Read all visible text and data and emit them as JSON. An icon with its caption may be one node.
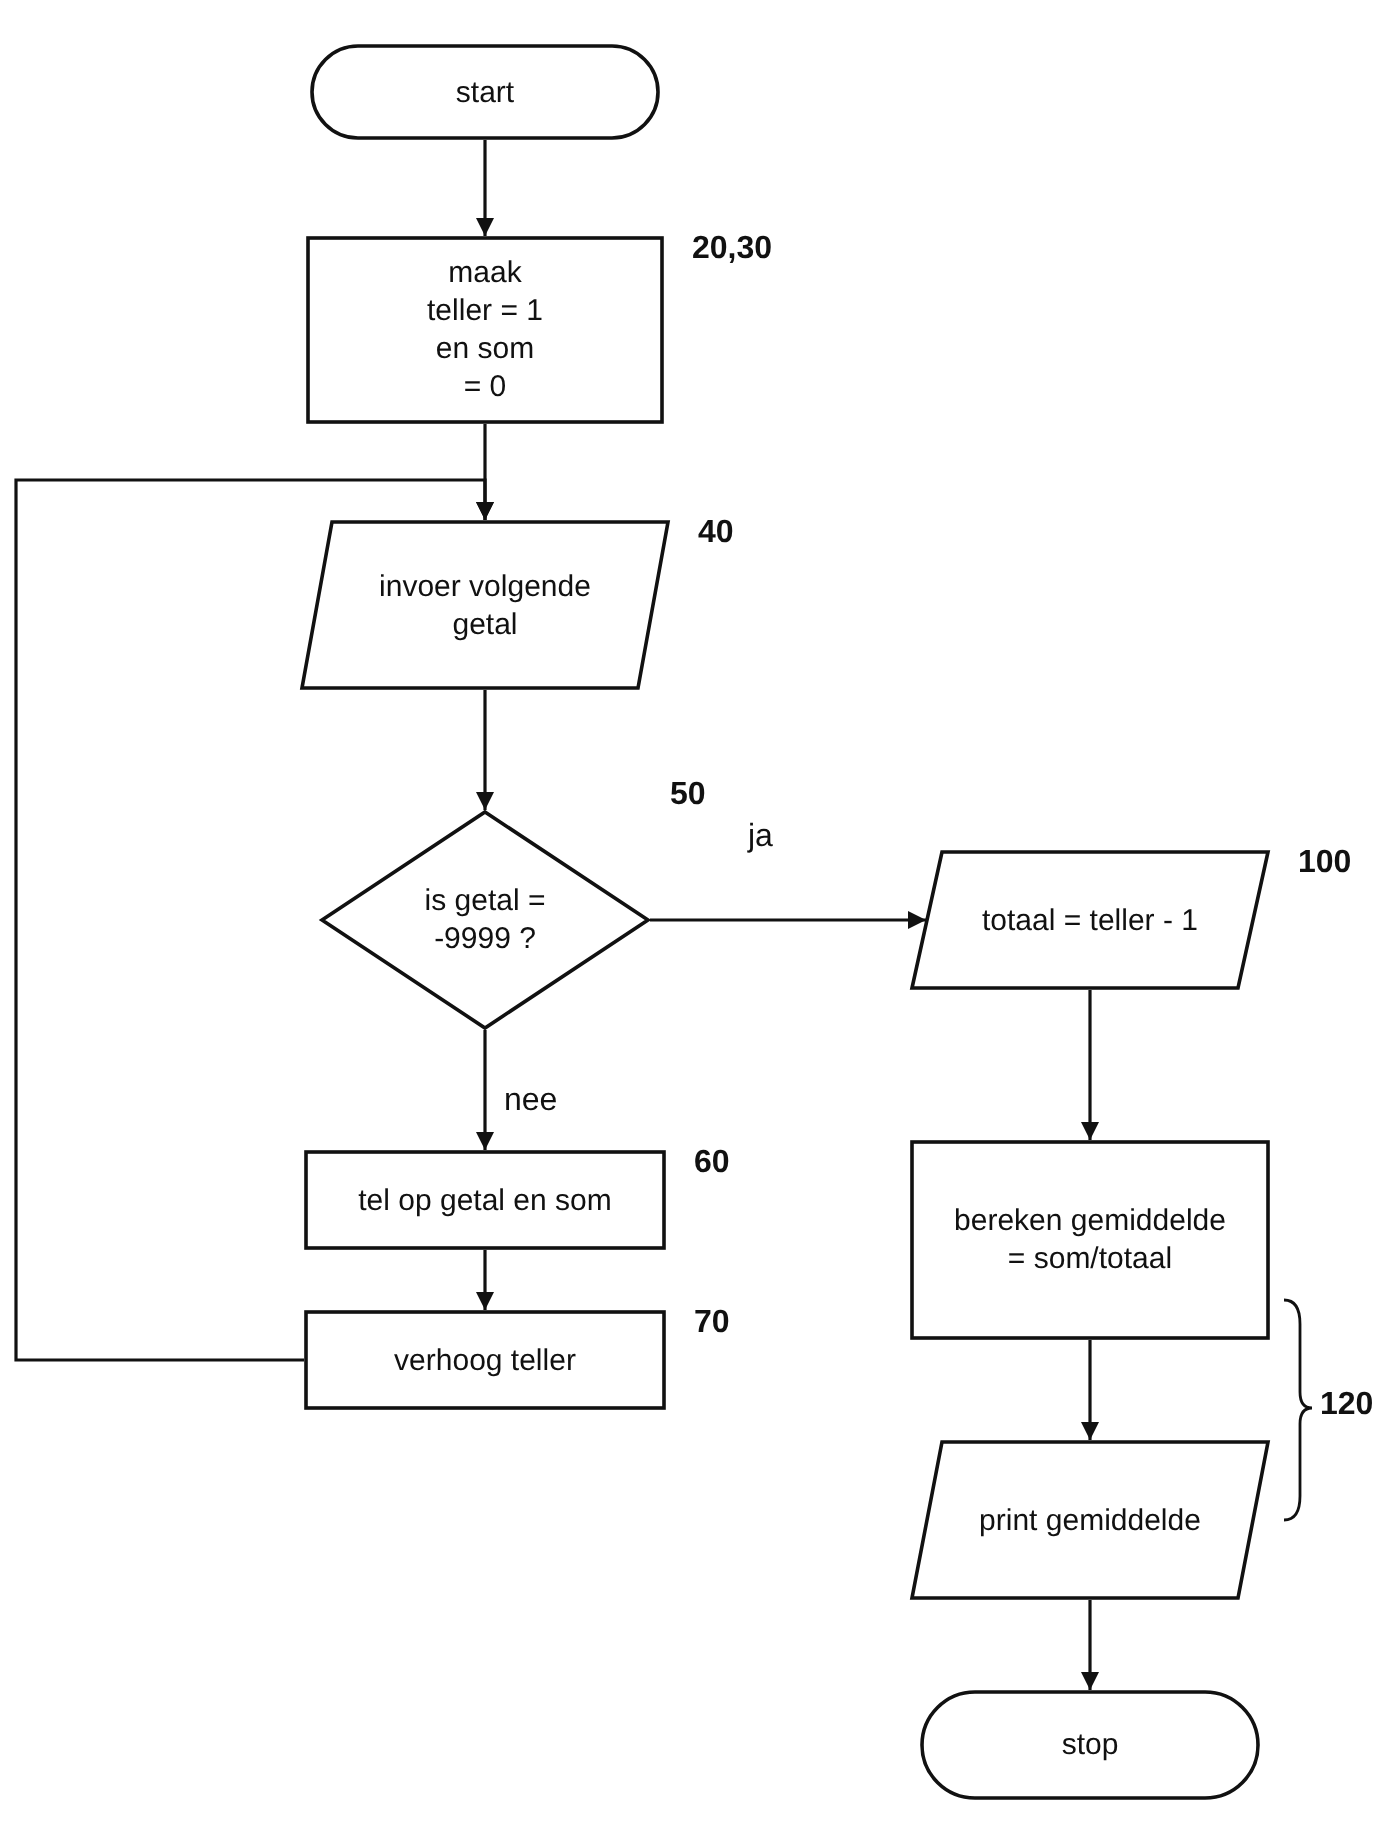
{
  "diagram": {
    "nodes": [
      {
        "text": [
          "start"
        ]
      },
      {
        "text": [
          "maak teller = 1 en som = 0"
        ],
        "beside": [
          "20,30"
        ]
      },
      {
        "text": [
          "invoer volgende getal"
        ],
        "beside": [
          "40"
        ]
      },
      {
        "text": [
          "is getal = -9999 ?"
        ],
        "beside": [
          "50"
        ]
      },
      {
        "text": [
          "tel op getal en som"
        ],
        "beside": [
          "60"
        ]
      },
      {
        "text": [
          "verhoog teller"
        ],
        "beside": [
          "70"
        ]
      },
      {
        "text": [
          "totaal = teller - 1"
        ],
        "beside": [
          "100"
        ]
      },
      {
        "text": [
          "bereken gemiddelde = som/totaal"
        ]
      },
      {
        "text": [
          "print gemiddelde"
        ]
      },
      {
        "text": [
          "stop"
        ]
      }
    ],
    "edges": [
      {
        "from": 0,
        "to": 1,
        "arrow": "to"
      },
      {
        "from": 1,
        "to": 2,
        "arrow": "to"
      },
      {
        "from": 2,
        "to": 3,
        "arrow": "to"
      },
      {
        "from": 3,
        "to": 4,
        "arrow": "to",
        "label": "nee"
      },
      {
        "from": 4,
        "to": 5,
        "arrow": "to"
      },
      {
        "from": 5,
        "to": 2,
        "arrow": "to"
      },
      {
        "from": 3,
        "to": 6,
        "arrow": "to",
        "label": "ja"
      },
      {
        "from": 6,
        "to": 7,
        "arrow": "to"
      },
      {
        "from": 7,
        "to": 8,
        "arrow": "to"
      },
      {
        "from": 8,
        "to": 9,
        "arrow": "to"
      }
    ],
    "labels": [
      "120"
    ]
  }
}
